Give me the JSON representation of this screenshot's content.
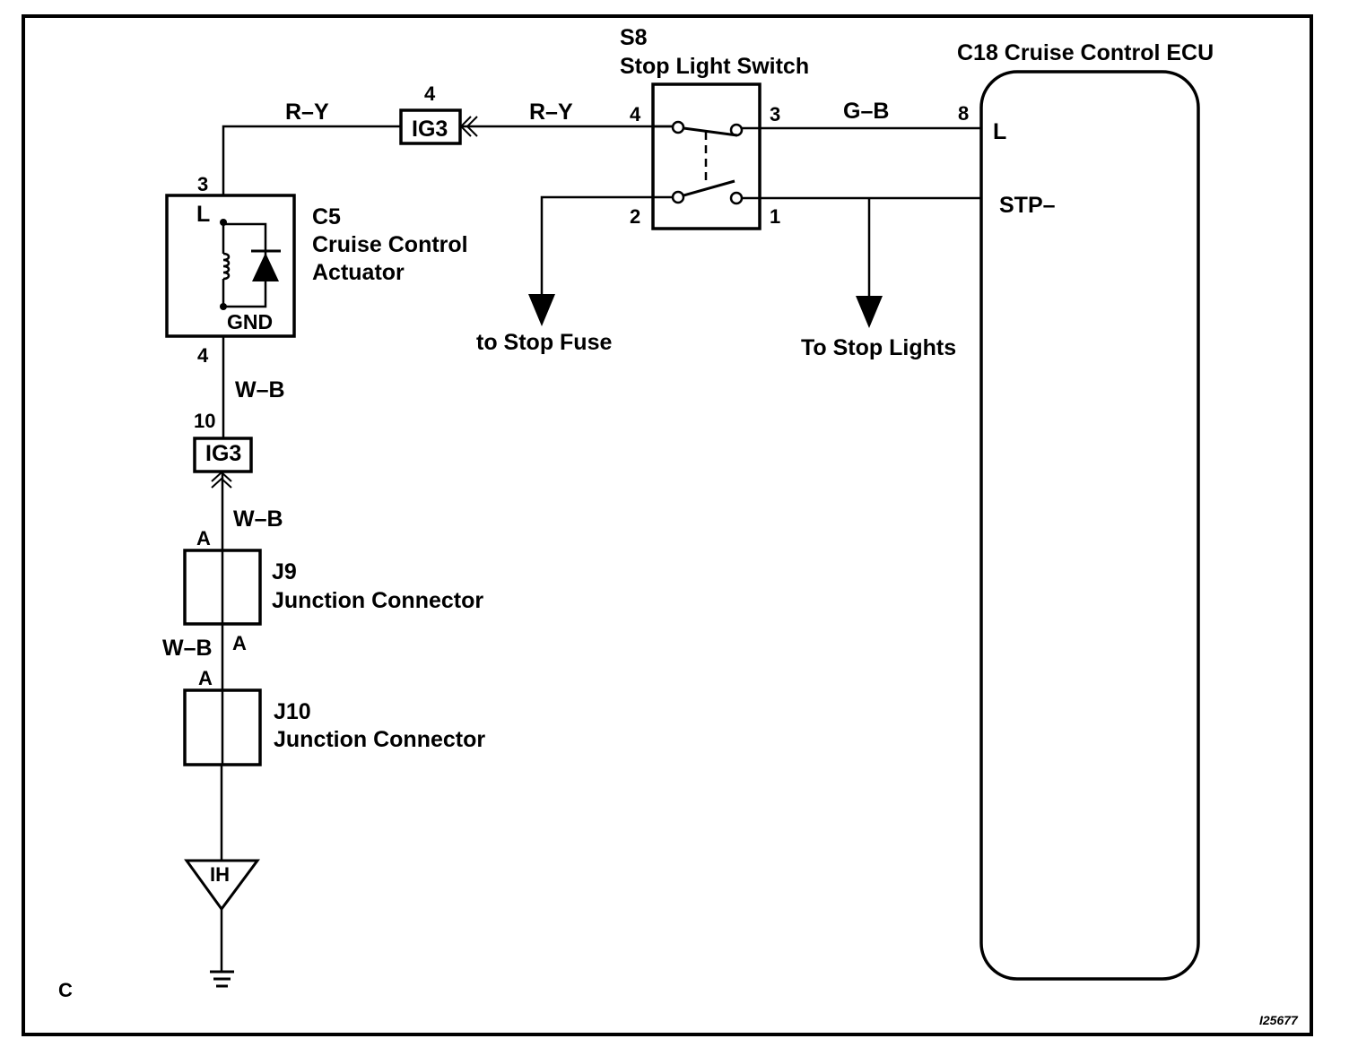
{
  "diagram": {
    "corner_label": "C",
    "figure_id": "I25677",
    "actuator": {
      "code": "C5",
      "name_line1": "Cruise  Control",
      "name_line2": "Actuator",
      "pin_top": "3",
      "pin_bottom": "4",
      "terminal_top": "L",
      "terminal_bottom": "GND"
    },
    "switch": {
      "code": "S8",
      "name": "Stop Light Switch",
      "pins": {
        "p4": "4",
        "p3": "3",
        "p2": "2",
        "p1": "1"
      }
    },
    "ecu": {
      "title": "C18 Cruise Control ECU",
      "pin_l": "8",
      "terminal_l": "L",
      "terminal_stp": "STP–"
    },
    "connectors": {
      "ig3_top": {
        "label": "IG3",
        "pin": "4"
      },
      "ig3_left": {
        "label": "IG3",
        "pin": "10"
      }
    },
    "junctions": {
      "j9": {
        "code": "J9",
        "name": "Junction Connector",
        "pin_in": "A",
        "pin_out": "A"
      },
      "j10": {
        "code": "J10",
        "name": "Junction Connector",
        "pin_in": "A"
      }
    },
    "ground": {
      "label": "IH"
    },
    "wires": {
      "ry_left": "R–Y",
      "ry_right": "R–Y",
      "gb": "G–B",
      "wb1": "W–B",
      "wb2": "W–B",
      "wb3": "W–B"
    },
    "destinations": {
      "stop_fuse": "to Stop Fuse",
      "stop_lights": "To Stop Lights"
    }
  }
}
